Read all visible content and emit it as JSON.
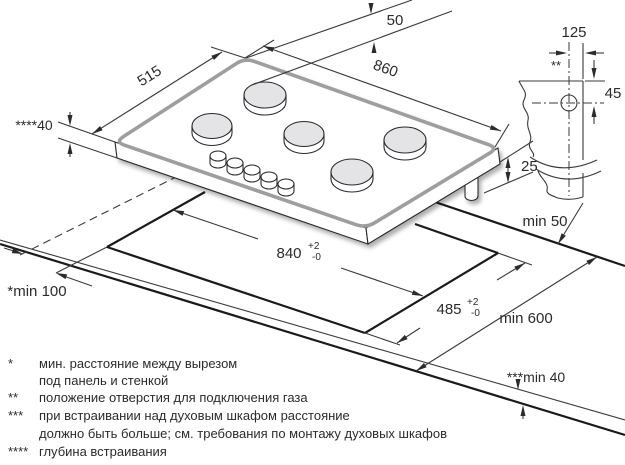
{
  "diagram_title": "gas-hob-installation-dimensions",
  "labels": {
    "gas_offset_back": "50",
    "hole_offset_side": "125",
    "hole_offset_down": "45",
    "panel_width": "860",
    "panel_depth": "515",
    "mount_depth": "****40",
    "pipe_protrusion": "25",
    "clearance_right": "min 50",
    "cutout_width": "840",
    "cutout_depth": "485",
    "tol_plus": "+2",
    "tol_minus": "-0",
    "worktop_depth": "min 600",
    "clearance_wall": "*min 100",
    "clearance_front": "***min 40",
    "gas_hole_mark": "**"
  },
  "footnotes": [
    {
      "marker": "*",
      "lines": [
        "мин. расстояние между вырезом",
        "под панель и стенкой"
      ]
    },
    {
      "marker": "**",
      "lines": [
        "положение отверстия для подключения газа"
      ]
    },
    {
      "marker": "***",
      "lines": [
        "при встраивании над духовым шкафом расстояние",
        "должно быть больше; см. требования по монтажу духовых шкафов"
      ]
    },
    {
      "marker": "****",
      "lines": [
        "глубина встраивания"
      ]
    }
  ]
}
